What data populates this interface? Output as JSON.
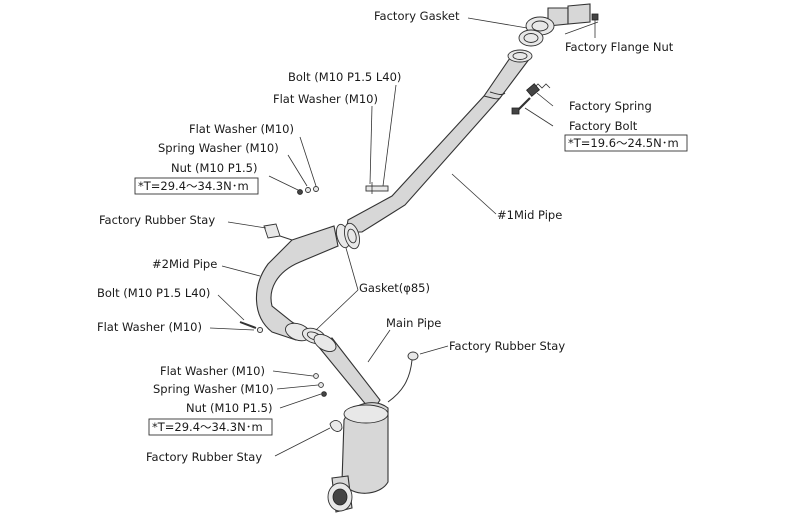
{
  "labels": {
    "factory_gasket": "Factory Gasket",
    "factory_flange_nut": "Factory Flange Nut",
    "bolt_upper": "Bolt (M10 P1.5 L40)",
    "flat_washer_upper": "Flat Washer (M10)",
    "factory_spring": "Factory Spring",
    "factory_bolt": "Factory Bolt",
    "torque_factory_bolt": "*T=19.6～24.5N･m",
    "flat_washer_mid": "Flat Washer (M10)",
    "spring_washer_mid": "Spring Washer (M10)",
    "nut_mid": "Nut (M10 P1.5)",
    "torque_mid": "*T=29.4～34.3N･m",
    "mid_pipe_1": "#1Mid Pipe",
    "rubber_stay_upper": "Factory Rubber Stay",
    "mid_pipe_2": "#2Mid Pipe",
    "gasket_85": "Gasket(φ85)",
    "bolt_lower": "Bolt (M10 P1.5 L40)",
    "flat_washer_lower": "Flat Washer (M10)",
    "main_pipe": "Main Pipe",
    "rubber_stay_right": "Factory Rubber Stay",
    "flat_washer_bottom": "Flat Washer (M10)",
    "spring_washer_bottom": "Spring Washer (M10)",
    "nut_bottom": "Nut (M10 P1.5)",
    "torque_bottom": "*T=29.4～34.3N･m",
    "rubber_stay_bottom": "Factory Rubber Stay"
  }
}
